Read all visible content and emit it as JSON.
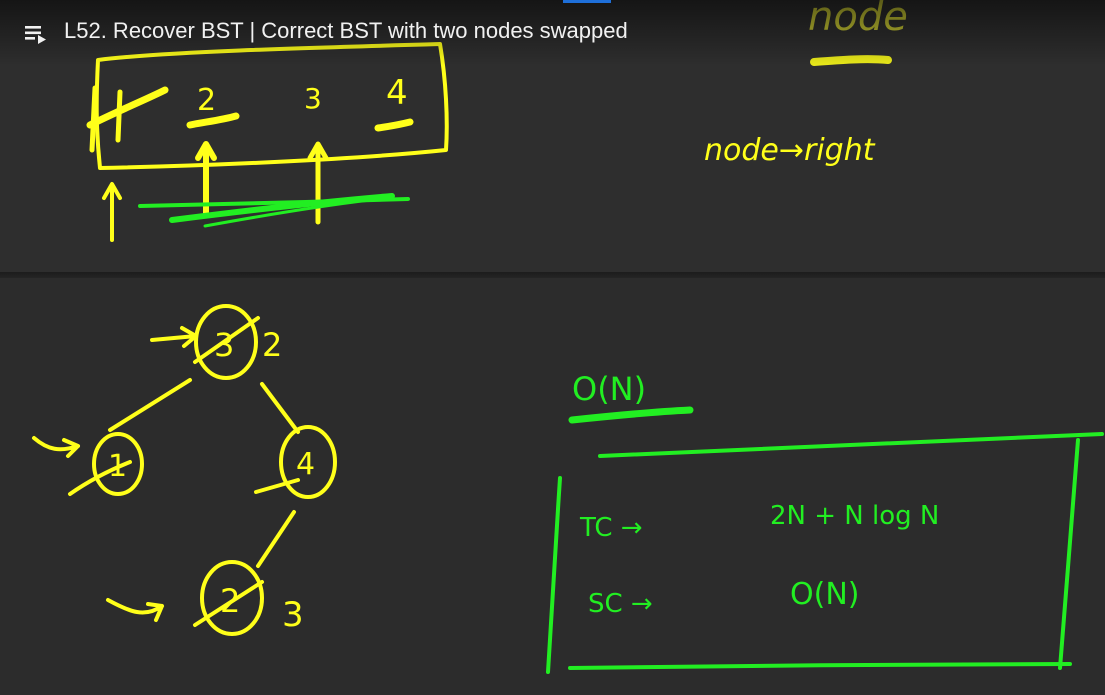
{
  "player": {
    "title": "L52. Recover BST | Correct BST with two nodes swapped",
    "playlist_icon": "playlist-icon"
  },
  "colors": {
    "yellow": "#ffff1a",
    "green": "#22ee22",
    "olive": "#c9c933",
    "title_text": "#f1f1f1"
  },
  "notes": {
    "array_values": [
      "1",
      "2",
      "3",
      "4"
    ],
    "node_label": "node",
    "node_right": "node→right",
    "tree_nodes": [
      "3",
      "1",
      "4",
      "2"
    ],
    "tree_corrections": [
      "2",
      "3"
    ],
    "on_label": "O(N)",
    "tc_label": "TC →",
    "tc_value": "2N + N log N",
    "sc_label": "SC →",
    "sc_value": "O(N)"
  }
}
